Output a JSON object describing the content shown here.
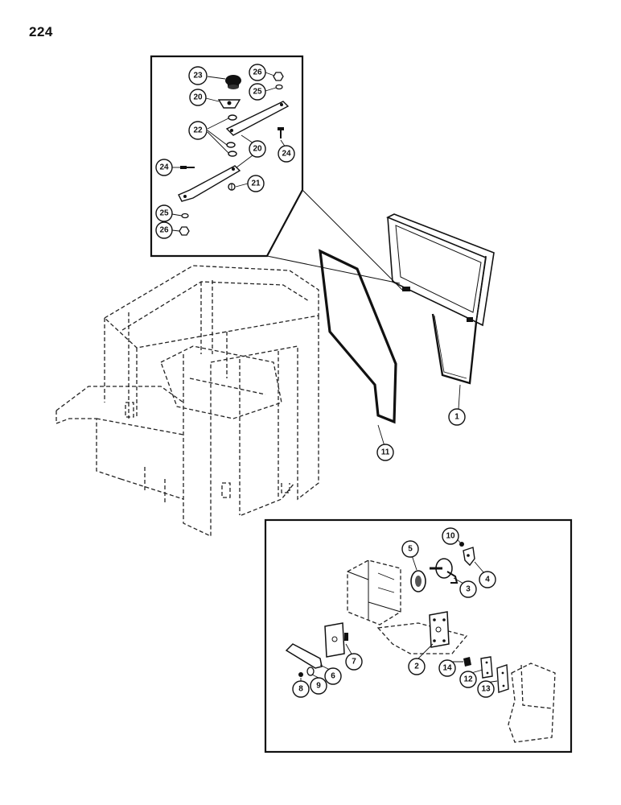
{
  "page": {
    "number": "224"
  },
  "callouts": {
    "top_detail": [
      "23",
      "26",
      "25",
      "20",
      "22",
      "20",
      "24",
      "24",
      "21",
      "25",
      "26"
    ],
    "main": [
      "1",
      "11"
    ],
    "latch_detail": [
      "10",
      "5",
      "4",
      "3",
      "7",
      "2",
      "14",
      "6",
      "9",
      "8",
      "12",
      "13"
    ]
  }
}
